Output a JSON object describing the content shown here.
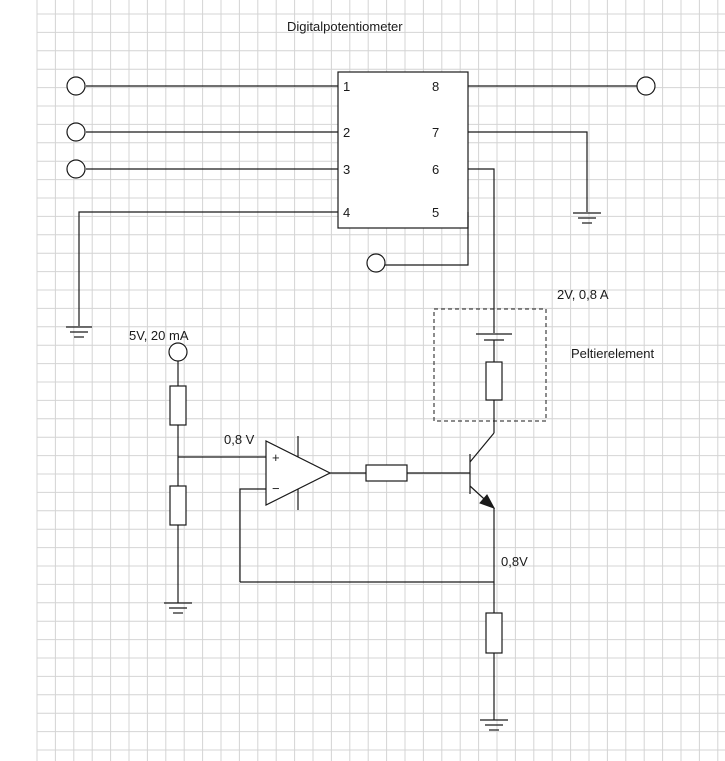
{
  "diagram": {
    "title": "Digitalpotentiometer",
    "ic": {
      "left_pins": [
        "1",
        "2",
        "3",
        "4"
      ],
      "right_pins": [
        "8",
        "7",
        "6",
        "5"
      ]
    },
    "labels": {
      "peltier_rating": "2V, 0,8 A",
      "peltier_name": "Peltierelement",
      "supply": "5V, 20 mA",
      "opamp_input": "0,8 V",
      "emitter_voltage": "0,8V"
    },
    "opamp": {
      "plus": "+",
      "minus": "−"
    }
  }
}
